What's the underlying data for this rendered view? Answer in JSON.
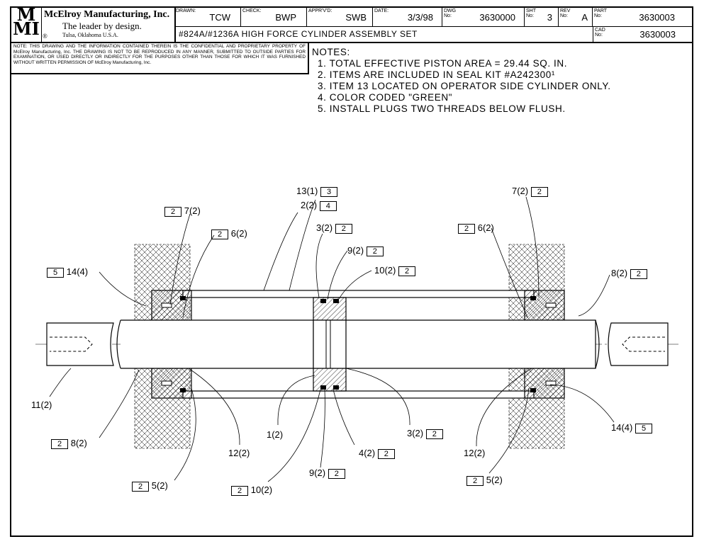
{
  "title_block": {
    "logo_top": "M",
    "logo_bottom": "MI",
    "company": "McElroy Manufacturing, Inc.",
    "tagline": "The leader by design.",
    "location": "Tulsa, Oklahoma U.S.A.",
    "registered": "®",
    "drawn_label": "DRAWN:",
    "drawn": "TCW",
    "check_label": "CHECK:",
    "check": "BWP",
    "apprvd_label": "APPR'V'D:",
    "apprvd": "SWB",
    "date_label": "DATE:",
    "date": "3/3/98",
    "dwg_label": "DWG No:",
    "dwg": "3630000",
    "sht_label": "SHT No:",
    "sht": "3",
    "rev_label": "REV No:",
    "rev": "A",
    "part_label": "PART No:",
    "part": "3630003",
    "cad_label": "CAD No:",
    "cad": "3630003",
    "drawing_title": "#824A/#1236A HIGH FORCE CYLINDER ASSEMBLY SET"
  },
  "legal_note": "NOTE: THIS DRAWING AND THE INFORMATION CONTAINED THEREIN IS THE CONFIDENTIAL AND PROPRIETARY PROPERTY OF McElroy Manufacturing, Inc. THE DRAWING IS NOT TO BE REPRODUCED IN ANY MANNER, SUBMITTED TO OUTSIDE PARTIES FOR EXAMINATION, OR USED DIRECTLY OR INDIRECTLY FOR THE PURPOSES OTHER THAN THOSE FOR WHICH IT WAS FURNISHED WITHOUT WRITTEN PERMISSION OF McElroy Manufacturing, Inc.",
  "notes": {
    "heading": "NOTES:",
    "items": [
      "1.  TOTAL EFFECTIVE PISTON AREA = 29.44 SQ. IN.",
      "2.  ITEMS ARE INCLUDED IN SEAL KIT #A242300¹",
      "3.  ITEM 13 LOCATED ON OPERATOR SIDE CYLINDER ONLY.",
      "4.  COLOR CODED \"GREEN\"",
      "5.  INSTALL PLUGS TWO THREADS BELOW FLUSH."
    ]
  },
  "callouts": {
    "c13": "13(1)",
    "c13_flag": "3",
    "c2": "2(2)",
    "c2_flag": "4",
    "c3_top": "3(2)",
    "c3_top_flag": "2",
    "c9_top": "9(2)",
    "c9_top_flag": "2",
    "c10_top": "10(2)",
    "c10_top_flag": "2",
    "c7_left": "7(2)",
    "c7_left_flag": "2",
    "c6_left": "6(2)",
    "c6_left_flag": "2",
    "c14_left": "14(4)",
    "c14_left_flag": "5",
    "c6_right": "6(2)",
    "c6_right_flag": "2",
    "c7_right": "7(2)",
    "c7_right_flag": "2",
    "c8_right": "8(2)",
    "c8_right_flag": "2",
    "c11": "11(2)",
    "c8_left": "8(2)",
    "c8_left_flag": "2",
    "c12_left": "12(2)",
    "c5_left": "5(2)",
    "c5_left_flag": "2",
    "c1": "1(2)",
    "c10_bot": "10(2)",
    "c10_bot_flag": "2",
    "c9_bot": "9(2)",
    "c9_bot_flag": "2",
    "c4": "4(2)",
    "c4_flag": "2",
    "c3_bot": "3(2)",
    "c3_bot_flag": "2",
    "c12_right": "12(2)",
    "c5_right": "5(2)",
    "c5_right_flag": "2",
    "c14_right": "14(4)",
    "c14_right_flag": "5"
  }
}
